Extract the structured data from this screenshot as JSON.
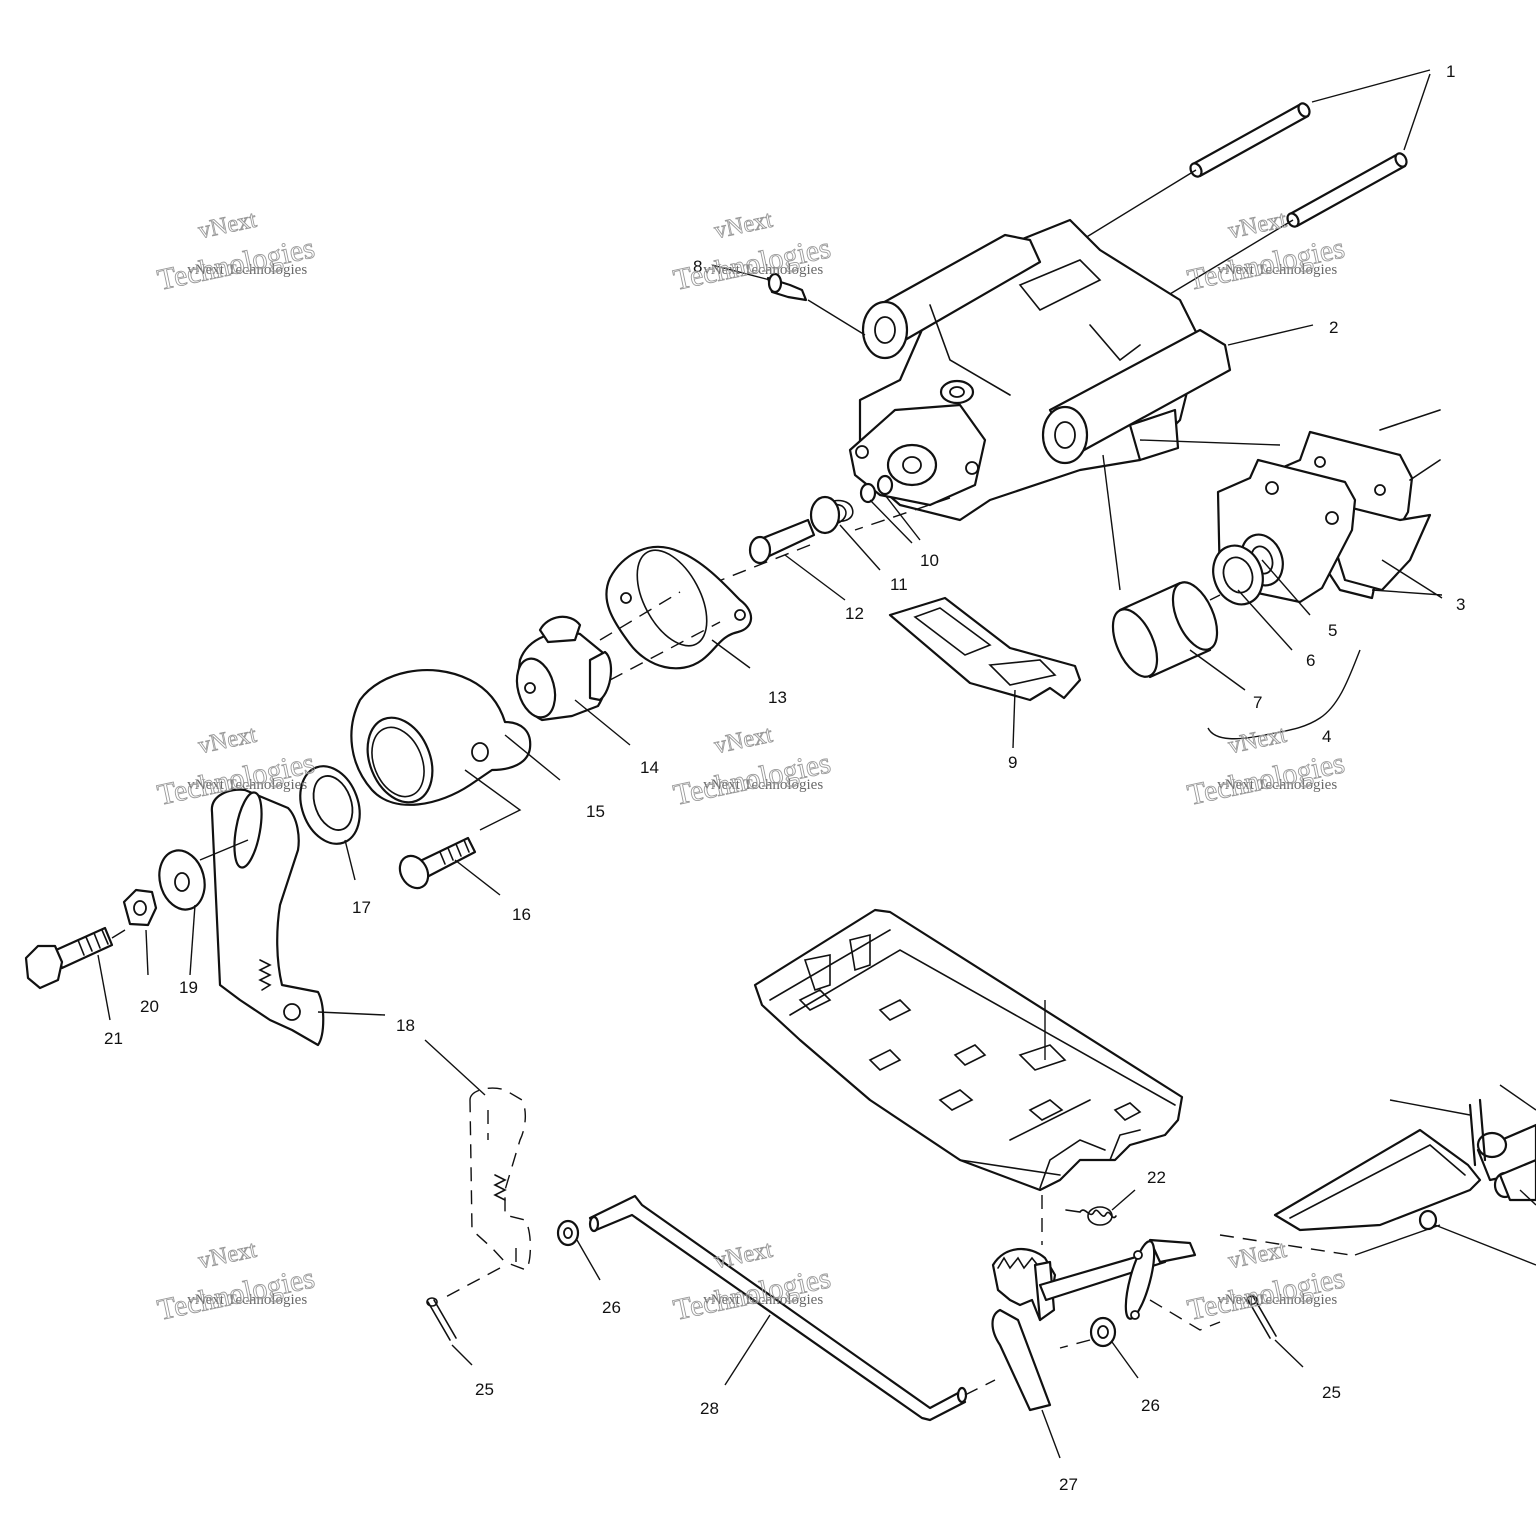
{
  "diagram": {
    "callouts": [
      "1",
      "2",
      "3",
      "4",
      "5",
      "6",
      "7",
      "8",
      "9",
      "10",
      "11",
      "12",
      "13",
      "14",
      "15",
      "16",
      "17",
      "18",
      "19",
      "20",
      "21",
      "22",
      "25",
      "25",
      "26",
      "26",
      "27",
      "28"
    ],
    "watermark": {
      "big_line1": "vNext",
      "small_line": "vNext Technologies",
      "big_line2": "Technologies"
    }
  }
}
